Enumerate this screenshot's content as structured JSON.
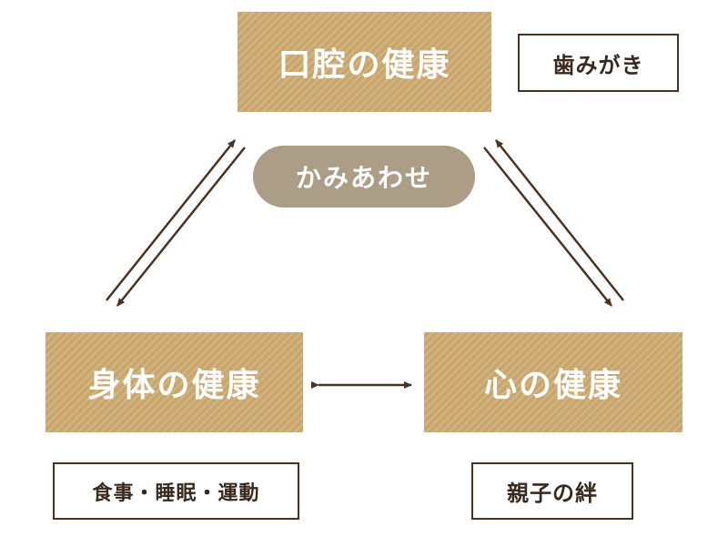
{
  "nodes": {
    "oral": "口腔の健康",
    "body": "身体の健康",
    "mind": "心の健康"
  },
  "center_label": "かみあわせ",
  "tags": {
    "brushing": "歯みがき",
    "lifestyle": "食事・睡眠・運動",
    "bond": "親子の絆"
  },
  "colors": {
    "node_fill": "#c9a66b",
    "pill_fill": "#ac9d86",
    "arrow": "#4a3320",
    "tag_border": "#4a3320",
    "text_dark": "#3a2a1e"
  }
}
